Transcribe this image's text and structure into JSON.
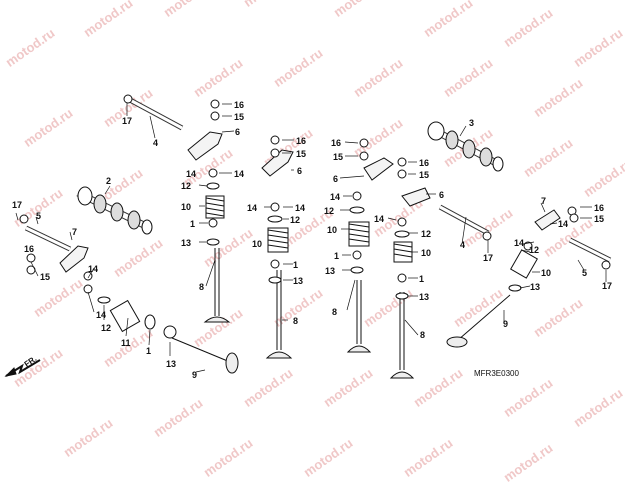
{
  "watermark_text": "motod.ru",
  "diagram_code": "MFR3E0300",
  "front_label": "FR.",
  "part_numbers": {
    "camshaft_left": "2",
    "camshaft_right": "3",
    "rocker_shaft_a": "4",
    "rocker_shaft_b": "5",
    "rocker_arm_a": "6",
    "rocker_arm_b": "7",
    "valve_in": "8",
    "valve_ex": "9",
    "spring_outer": "10",
    "spring_inner": "11",
    "spring_seat": "12",
    "stem_seal": "13",
    "retainer": "14",
    "adjuster_nut": "15",
    "adjuster_screw": "16",
    "oring": "17",
    "cotter": "1"
  }
}
